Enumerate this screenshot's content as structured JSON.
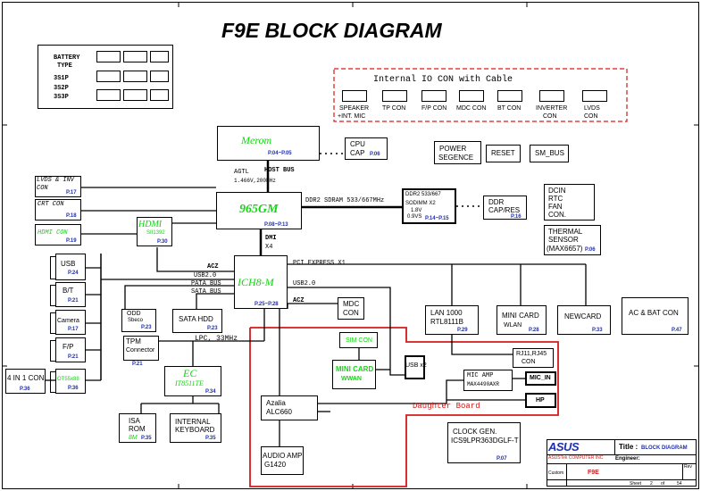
{
  "title": "F9E BLOCK DIAGRAM",
  "battery": {
    "label1": "BATTERY",
    "label2": "TYPE",
    "r1": "3S1P",
    "r2": "3S2P",
    "r3": "3S3P"
  },
  "internal_io": {
    "title": "Internal IO CON with Cable",
    "items": [
      "SPEAKER",
      "+INT. MIC",
      "TP CON",
      "F/P CON",
      "MDC CON",
      "BT CON",
      "INVERTER",
      "CON",
      "LVDS",
      "CON"
    ]
  },
  "merom": {
    "name": "Merom",
    "page": "P.04~P.05"
  },
  "cpu_cap": {
    "l1": "CPU",
    "l2": "CAP",
    "page": "P.06"
  },
  "power": {
    "l1": "POWER",
    "l2": "SEGENCE"
  },
  "reset": "RESET",
  "smbus": "SM_BUS",
  "host_bus": {
    "l1": "AGTL",
    "l2": "HOST BUS",
    "l3": "1.466V,200MHz"
  },
  "gmch": {
    "name": "965GM",
    "page": "P.08~P.13"
  },
  "ddr_bus": "DDR2 SDRAM 533/667MHz",
  "sodimm": {
    "l1": "DDR2 533/667",
    "l2": "SODIMM X2",
    "l3": "1.8V",
    "l4": "0.9VS",
    "page": "P.14~P.15"
  },
  "ddr_cap": {
    "l1": "DDR",
    "l2": "CAP/RES",
    "page": "P.16"
  },
  "dcin": {
    "l1": "DCIN",
    "l2": "RTC",
    "l3": "FAN",
    "l4": "CON."
  },
  "thermal": {
    "l1": "THERMAL",
    "l2": "SENSOR",
    "l3": "(MAX6657)",
    "page": "P.06"
  },
  "lvds": {
    "l1": "LVDS & INV",
    "l2": "CON",
    "page": "P.17"
  },
  "crt": {
    "l1": "CRT CON",
    "page": "P.18"
  },
  "hdmi_con": {
    "l1": "HDMI CON",
    "page": "P.19"
  },
  "hdmi": {
    "l1": "HDMI",
    "l2": "SII1392",
    "page": "P.30"
  },
  "dmi": {
    "l1": "DMI",
    "l2": "X4"
  },
  "ich": {
    "name": "ICH8-M",
    "page": "P.25~P.28"
  },
  "pci_express": "PCI EXPRESS X1",
  "bus_labels": {
    "acz": "ACZ",
    "usb20": "USB2.0",
    "pata": "PATA BUS",
    "sata": "SATA BUS",
    "usb20b": "USB2.0",
    "acz2": "ACZ",
    "lpc": "LPC, 33MHz"
  },
  "usb": {
    "l1": "USB",
    "page": "P.24"
  },
  "bt": {
    "l1": "B/T",
    "page": "P.21"
  },
  "camera": {
    "l1": "Camera",
    "page": "P.17"
  },
  "fp": {
    "l1": "F/P",
    "page": "P.21"
  },
  "ot": {
    "l1": "OT55x88",
    "page": "P.36"
  },
  "card_reader": {
    "l1": "4 IN 1 CON",
    "page": "P.36"
  },
  "odd": {
    "l1": "ODD",
    "l2": "Sbeco",
    "page": "P.23"
  },
  "sata_hdd": {
    "l1": "SATA HDD",
    "page": "P.23"
  },
  "tpm": {
    "l1": "TPM",
    "l2": "Connector",
    "page": "P.21"
  },
  "ec": {
    "l1": "EC",
    "l2": "IT8511TE",
    "page": "P.34"
  },
  "isa": {
    "l1": "ISA",
    "l2": "ROM",
    "l3": "8M",
    "page": "P.35"
  },
  "keyboard": {
    "l1": "INTERNAL",
    "l2": "KEYBOARD",
    "page": "P.35"
  },
  "mdc": {
    "l1": "MDC",
    "l2": "CON"
  },
  "lan": {
    "l1": "LAN 1000",
    "l2": "RTL8111B",
    "page": "P.29"
  },
  "minicard_wlan": {
    "l1": "MINI CARD",
    "l2": "WLAN",
    "page": "P.28"
  },
  "newcard": {
    "l1": "NEWCARD",
    "page": "P.33"
  },
  "ac_bat": {
    "l1": "AC & BAT CON",
    "page": "P.47"
  },
  "sim": "SIM CON",
  "minicard_wwan": {
    "l1": "MINI CARD",
    "l2": "WWAN"
  },
  "usb_x2": "USB x2",
  "rj11": {
    "l1": "RJ11,RJ45",
    "l2": "CON"
  },
  "mic_amp": {
    "l1": "MIC AMP",
    "l2": "MAX4490AXR"
  },
  "mic_in": "MIC_IN",
  "hp": "HP",
  "daughter": "Daughter Board",
  "azalia": {
    "l1": "Azalia",
    "l2": "ALC660"
  },
  "audio_amp": {
    "l1": "AUDIO AMP",
    "l2": "G1420"
  },
  "clock": {
    "l1": "CLOCK GEN.",
    "l2": "ICS9LPR363DGLF-T",
    "page": "P.07"
  },
  "titleblock": {
    "brand": "ASUS",
    "title_label": "Title :",
    "title": "BLOCK DIAGRAM",
    "engineer": "Engineer:",
    "company": "ASUSTek COMPUTER INC",
    "project": "F9E",
    "rev_label": "Rev",
    "size": "Custom",
    "sheet_label": "Sheet",
    "sheet": "2",
    "of": "of",
    "total": "54"
  },
  "colors": {
    "green": "#14d414",
    "blue": "#1f2fb0",
    "red": "#d41a1a"
  }
}
